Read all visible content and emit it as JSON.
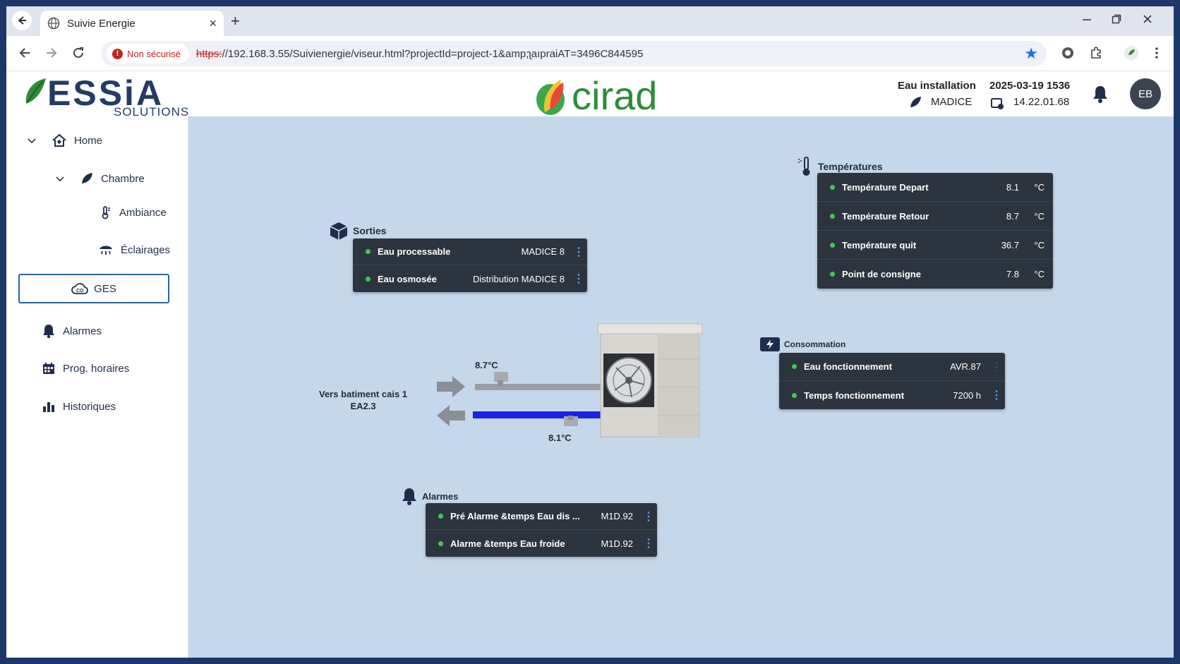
{
  "browser": {
    "tab_title": "Suivie Energie",
    "close_glyph": "×",
    "new_tab_glyph": "+",
    "security_label": "Non sécurisé",
    "url_scheme": "https:",
    "url_rest": "//192.168.3.55/Suivienergie/viseur.html?projectId=project-1&amp;ʅaıpraiAT=3496C844595"
  },
  "header": {
    "logo_text": "ESSiA",
    "logo_sub": "SOLUTIONS",
    "partner_logo": "cirad",
    "site_label": "Eau installation",
    "site_value": "MADICE",
    "date": "2025-03-19 1536",
    "ip": "14.22.01.68",
    "avatar": "EB"
  },
  "sidebar": {
    "home": "Home",
    "chambre": "Chambre",
    "ambiance": "Ambiance",
    "eclairages": "Éclairages",
    "ges": "GES",
    "alarmes": "Alarmes",
    "prog": "Prog. horaires",
    "historiques": "Historiques"
  },
  "sorties": {
    "title": "Sorties",
    "rows": [
      {
        "label": "Eau processable",
        "value": "MADICE 8"
      },
      {
        "label": "Eau osmosée",
        "value": "Distribution MADICE 8"
      }
    ]
  },
  "temperatures": {
    "title": "Températures",
    "rows": [
      {
        "label": "Température Depart",
        "value": "8.1",
        "unit": "°C"
      },
      {
        "label": "Température Retour",
        "value": "8.7",
        "unit": "°C"
      },
      {
        "label": "Température quit",
        "value": "36.7",
        "unit": "°C"
      },
      {
        "label": "Point de consigne",
        "value": "7.8",
        "unit": "°C"
      }
    ]
  },
  "consommation": {
    "title": "Consommation",
    "rows": [
      {
        "label": "Eau fonctionnement",
        "value": "AVR.87"
      },
      {
        "label": "Temps fonctionnement",
        "value": "7200 h"
      }
    ]
  },
  "alarmes": {
    "title": "Alarmes",
    "rows": [
      {
        "label": "Pré Alarme &temps Eau dis ...",
        "value": "M1D.92"
      },
      {
        "label": "Alarme &temps Eau froide",
        "value": "M1D.92"
      }
    ]
  },
  "diagram": {
    "dest_line1": "Vers batiment cais 1",
    "dest_line2": "EA2.3",
    "temp_retour": "8.7°C",
    "temp_depart": "8.1°C"
  },
  "colors": {
    "accent": "#2a63a8",
    "status_ok": "#3fca4e",
    "panel_bg": "#2c3440",
    "main_bg": "#c5d7ea",
    "supply_pipe": "#1a23e0"
  }
}
